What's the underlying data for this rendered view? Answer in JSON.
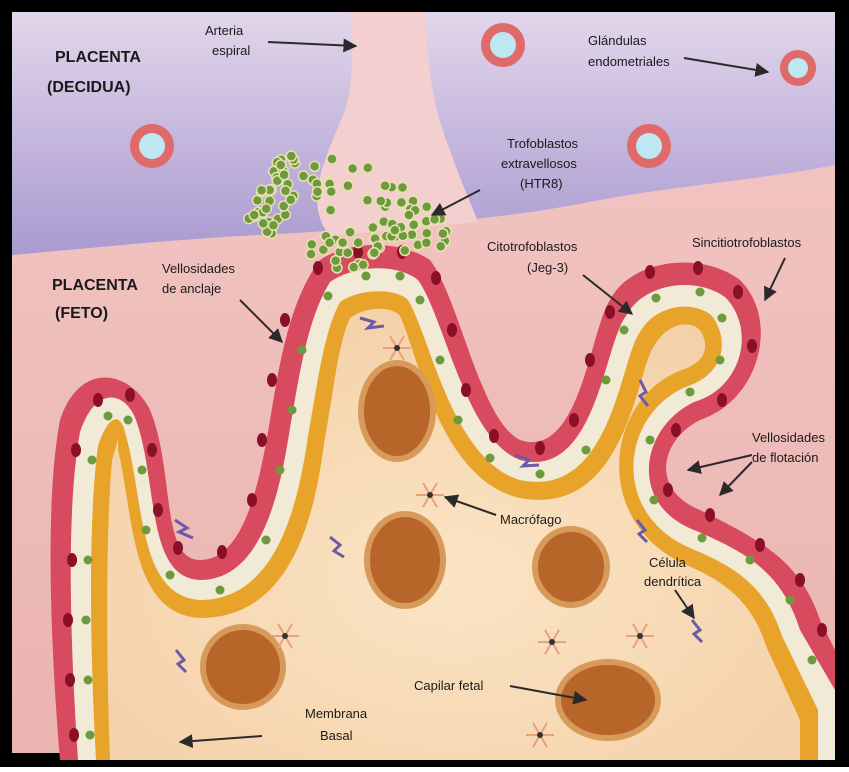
{
  "regions": {
    "decidua": [
      "PLACENTA",
      "(DECIDUA)"
    ],
    "feto": [
      "PLACENTA",
      "(FETO)"
    ]
  },
  "labels": {
    "arteria": [
      "Arteria",
      "espiral"
    ],
    "glandulas": [
      "Glándulas",
      "endometriales"
    ],
    "trofoblastos": [
      "Trofoblastos",
      "extravellosos",
      "(HTR8)"
    ],
    "citotrofoblastos": [
      "Citotrofoblastos",
      "(Jeg-3)"
    ],
    "sincitiotrofoblastos": "Sincitiotrofoblastos",
    "anclaje": [
      "Vellosidades",
      "de anclaje"
    ],
    "flotacion": [
      "Vellosidades",
      "de flotación"
    ],
    "macrofago": "Macrófago",
    "dendritica": [
      "Célula",
      "dendrítica"
    ],
    "capilar": "Capilar fetal",
    "membrana": [
      "Membrana",
      "Basal"
    ]
  },
  "colors": {
    "decidua_bg": "#c8b8dc",
    "feto_bg": "#f2c9c4",
    "core": "#f6dcb8",
    "syncytium": "#d84a5e",
    "basement": "#e8a32a",
    "capillary": "#b8652a",
    "trophoblast": "#6c9a3c"
  }
}
